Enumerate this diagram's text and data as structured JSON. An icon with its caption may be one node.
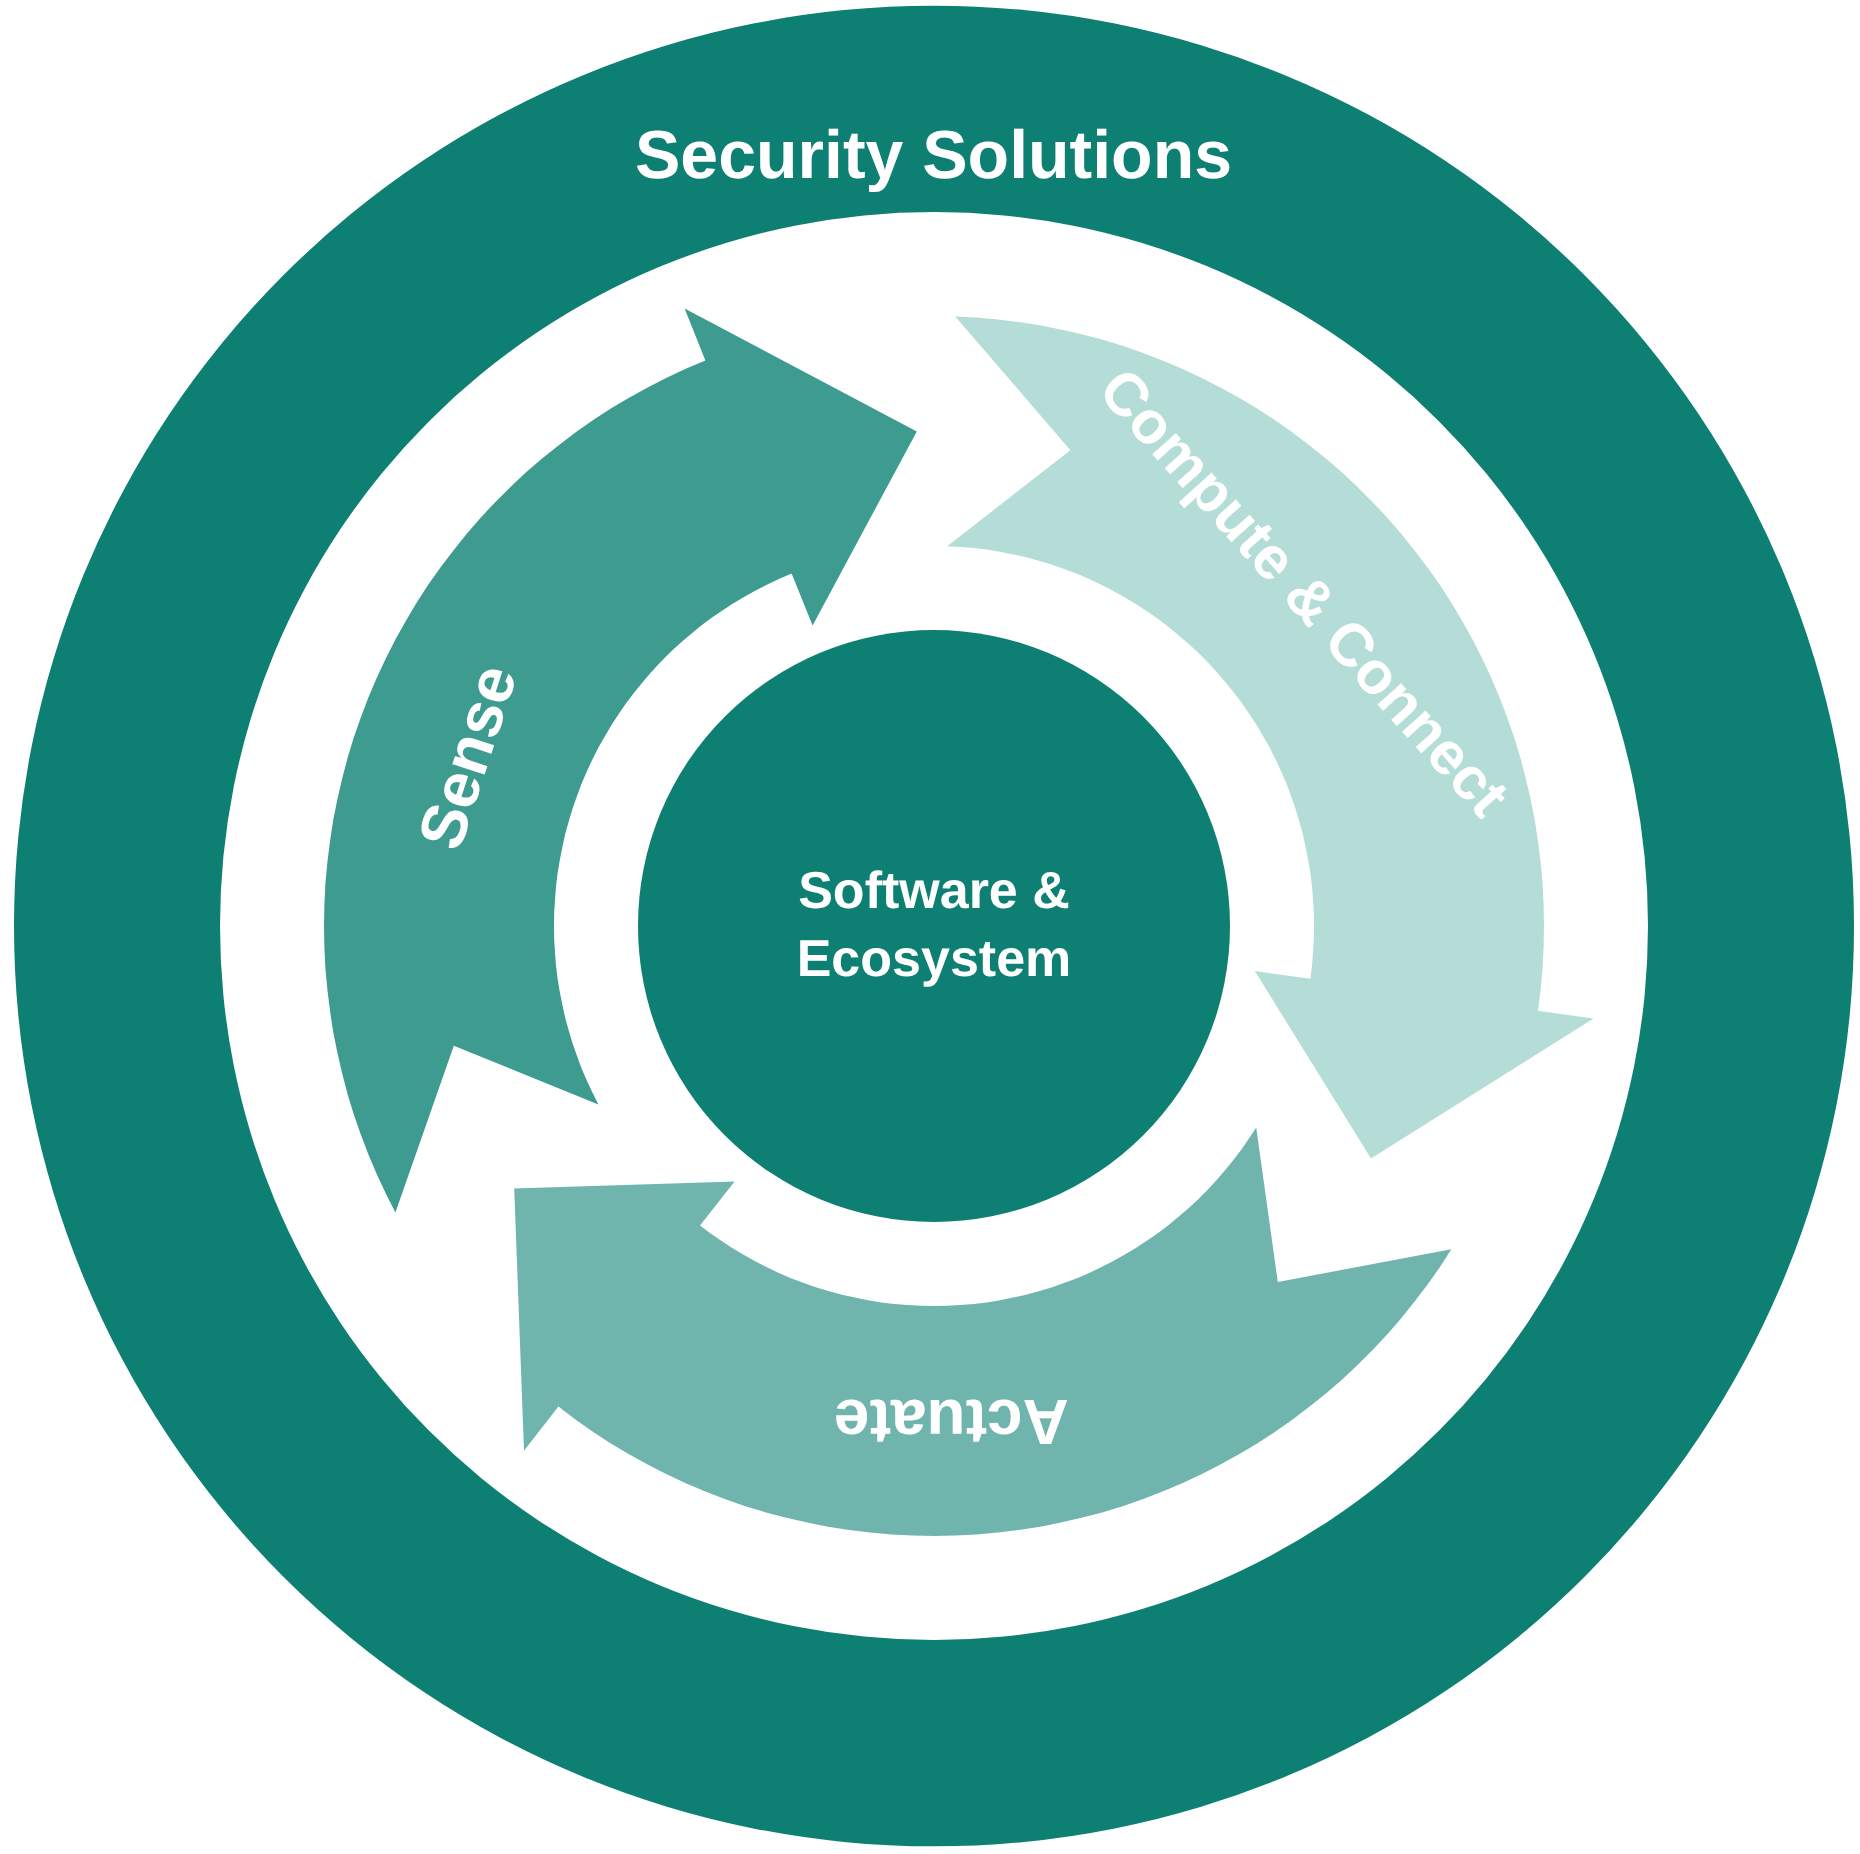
{
  "diagram": {
    "nodes": [
      {
        "text": [
          "Security Solutions"
        ]
      },
      {
        "text": [
          "Sense"
        ],
        "in": 0
      },
      {
        "text": [
          "Compute & Connect"
        ],
        "in": 0
      },
      {
        "text": [
          "Actuate"
        ],
        "in": 0
      },
      {
        "text": [
          "Software & Ecosystem"
        ],
        "in": 0
      }
    ]
  }
}
